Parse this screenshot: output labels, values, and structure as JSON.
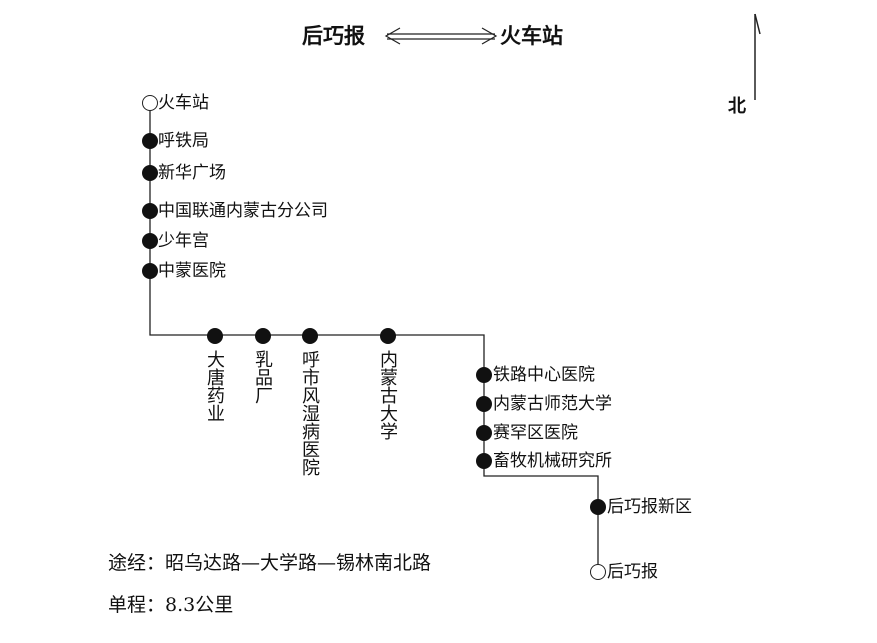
{
  "header": {
    "from": "后巧报",
    "to": "火车站",
    "arrow": "bidirectional-arrow"
  },
  "compass": {
    "label": "北"
  },
  "stations": [
    {
      "name": "火车站",
      "terminal": true
    },
    {
      "name": "呼铁局"
    },
    {
      "name": "新华广场"
    },
    {
      "name": "中国联通内蒙古分公司"
    },
    {
      "name": "少年宫"
    },
    {
      "name": "中蒙医院"
    },
    {
      "name": "大唐药业"
    },
    {
      "name": "乳品厂"
    },
    {
      "name": "呼市风湿病医院"
    },
    {
      "name": "内蒙古大学"
    },
    {
      "name": "铁路中心医院"
    },
    {
      "name": "内蒙古师范大学"
    },
    {
      "name": "赛罕区医院"
    },
    {
      "name": "畜牧机械研究所"
    },
    {
      "name": "后巧报新区"
    },
    {
      "name": "后巧报",
      "terminal": true
    }
  ],
  "footer": {
    "route_label": "途经：",
    "route": "昭乌达路—大学路—锡林南北路",
    "distance_label": "单程：",
    "distance": "8.3公里"
  }
}
